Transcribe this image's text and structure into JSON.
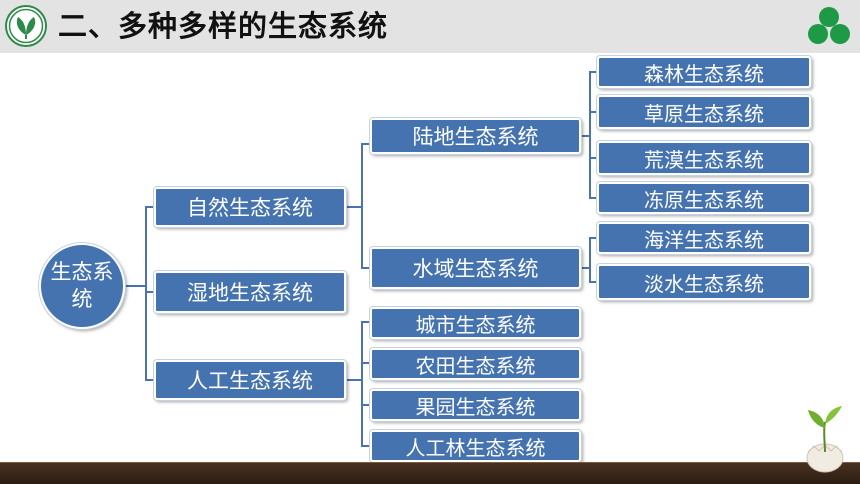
{
  "header": {
    "title": "二、多种多样的生态系统"
  },
  "diagram": {
    "root": "生态系统",
    "level1": [
      "自然生态系统",
      "湿地生态系统",
      "人工生态系统"
    ],
    "level2_natural": [
      "陆地生态系统",
      "水域生态系统"
    ],
    "level2_artificial": [
      "城市生态系统",
      "农田生态系统",
      "果园生态系统",
      "人工林生态系统"
    ],
    "level3_land": [
      "森林生态系统",
      "草原生态系统",
      "荒漠生态系统",
      "冻原生态系统"
    ],
    "level3_water": [
      "海洋生态系统",
      "淡水生态系统"
    ]
  },
  "colors": {
    "node_fill": "#4573b0",
    "connector": "#4a73b0",
    "header_bg": "#e3e3e3",
    "logo_green": "#1e9a47"
  },
  "icons": {
    "left_logo": "leaf-emblem-icon",
    "right_logo": "clover-icon",
    "decoration": "sprout-egg-icon"
  }
}
